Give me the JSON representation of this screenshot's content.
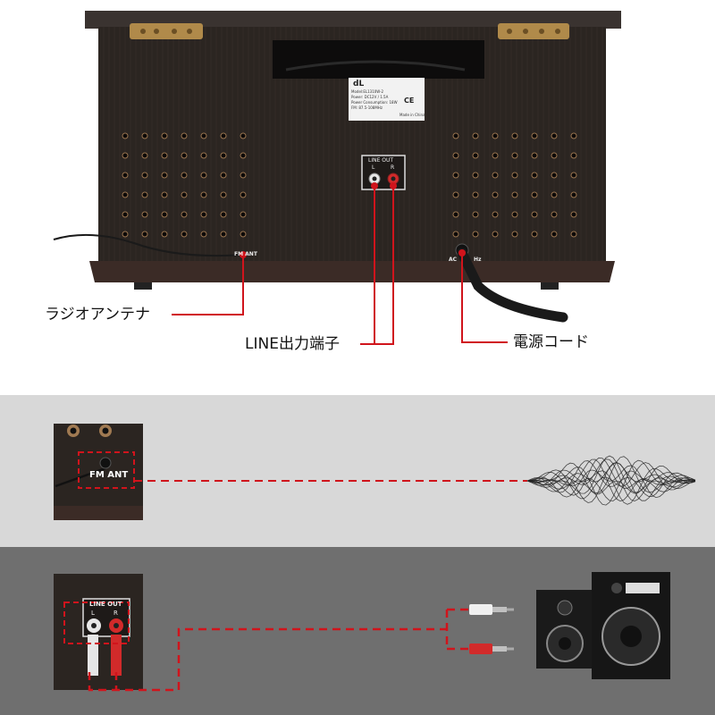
{
  "callouts": {
    "radio_antenna": "ラジオアンテナ",
    "line_out": "LINE出力端子",
    "power_cord": "電源コード"
  },
  "device": {
    "line_out_label": "LINE OUT",
    "left_channel": "L",
    "right_channel": "R",
    "fm_ant_label": "FM ANT",
    "ac_label": "AC",
    "hz_label": "Hz",
    "brand_logo": "dL",
    "spec_label_lines": [
      "Model:EL1310W-2",
      "Power: DC12V / 1.5A",
      "Power Consumption: 18W",
      "FM: 87.5-108MHz",
      "Made in China"
    ],
    "cert_marks": [
      "CE"
    ]
  },
  "colors": {
    "accent_red": "#d0141c",
    "cabinet": "#2b2521",
    "panel_light": "#d8d8d8",
    "panel_dark": "#6f6f6f"
  },
  "icons": [
    "hinge-icon",
    "sound-wave-icon",
    "speaker-icon",
    "rca-plug-icon"
  ]
}
